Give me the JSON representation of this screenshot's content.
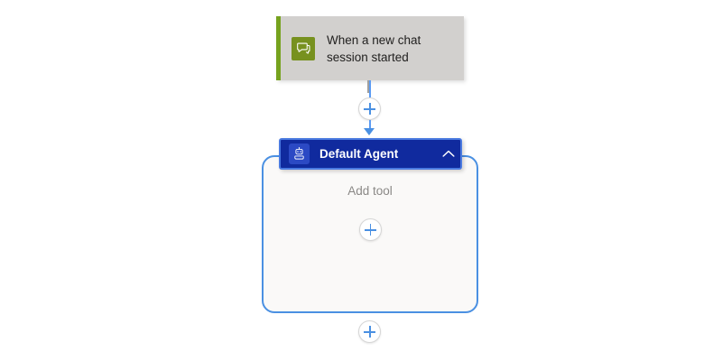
{
  "canvas": {
    "background_color": "#ffffff"
  },
  "trigger": {
    "title": "When a new chat session started",
    "icon_name": "chat-bubble-icon",
    "accent_color": "#76a21e",
    "icon_background": "#77911f",
    "card_background": "#d2d0ce"
  },
  "agent": {
    "title": "Default Agent",
    "icon_name": "robot-agent-icon",
    "header_background": "#102a9e",
    "header_border": "#4a7ae0",
    "icon_background": "#2b49c4",
    "collapse_icon_name": "chevron-up-icon",
    "container_border": "#4a90e2",
    "container_background": "#faf9f8",
    "add_tool_label": "Add tool",
    "add_tool_icon_name": "plus-icon"
  },
  "connectors": {
    "line_color": "#5b9bf3",
    "arrow_color": "#4a90e2",
    "top_plus_icon_name": "plus-icon",
    "bottom_plus_icon_name": "plus-icon"
  }
}
